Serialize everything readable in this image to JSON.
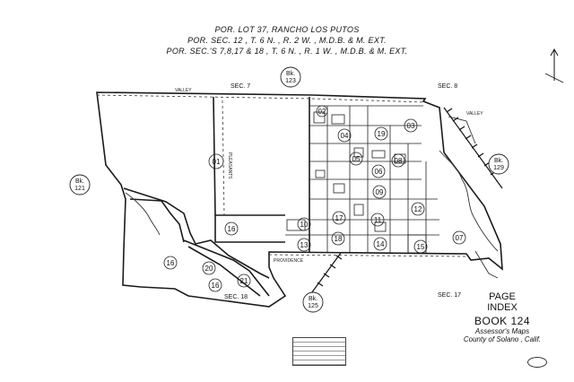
{
  "header": {
    "line1": "POR. LOT 37, RANCHO LOS PUTOS",
    "line2": "POR. SEC. 12 , T. 6 N. , R. 2 W. , M.D.B. & M. EXT.",
    "line3": "POR. SEC.'S 7,8,17 & 18 , T. 6 N. , R. 1 W. , M.D.B. & M. EXT."
  },
  "index_box": {
    "page": "PAGE",
    "index": "INDEX",
    "book": "BOOK 124",
    "line1": "Assessor's Maps",
    "line2": "County of Solano , Calif."
  },
  "sections": [
    "SEC. 7",
    "SEC. 8",
    "SEC. 17",
    "SEC. 18"
  ],
  "book_refs": [
    {
      "bk": "Bk.",
      "num": "123"
    },
    {
      "bk": "Bk.",
      "num": "129"
    },
    {
      "bk": "Bk.",
      "num": "121"
    },
    {
      "bk": "Bk.",
      "num": "125"
    }
  ],
  "parcels": [
    "01",
    "02",
    "03",
    "04",
    "05",
    "06",
    "07",
    "08",
    "09",
    "10",
    "11",
    "12",
    "13",
    "14",
    "15",
    "16",
    "16",
    "16",
    "17",
    "18",
    "19",
    "20",
    "21"
  ],
  "roads": [
    "VALLEY",
    "PLEASANTS",
    "PROVIDENCE",
    "VALLEY"
  ]
}
